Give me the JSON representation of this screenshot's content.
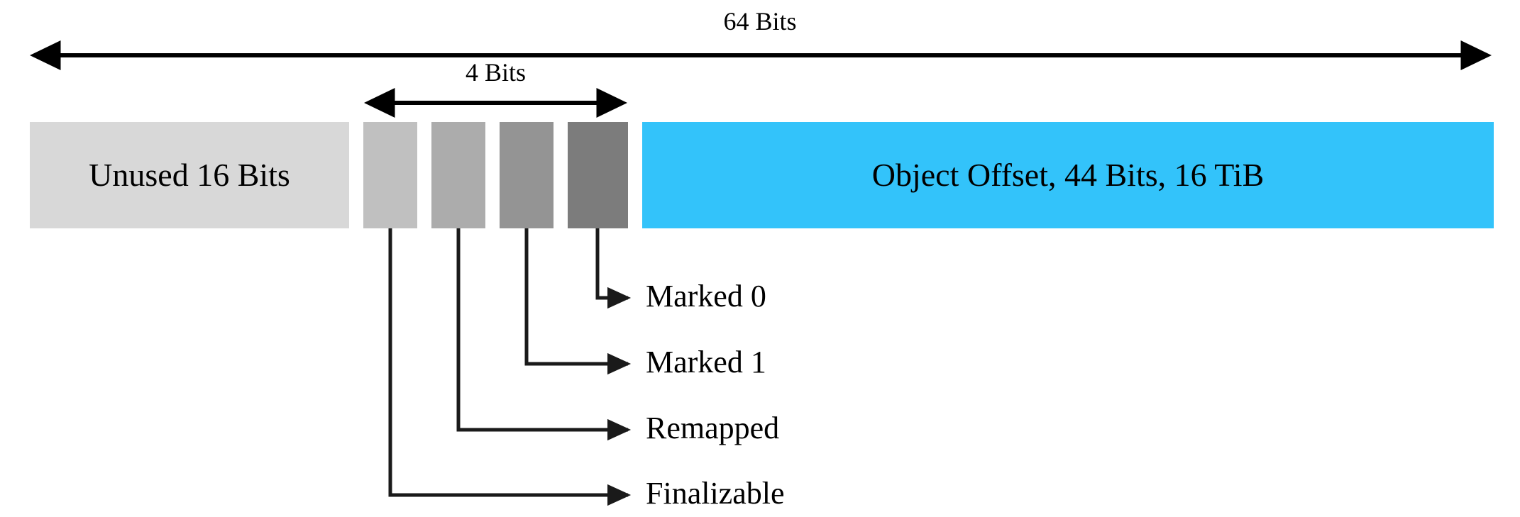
{
  "diagram": {
    "title_dimension": "64 Bits",
    "sub_dimension": "4 Bits",
    "colors": {
      "unused_fill": "#D8D8D8",
      "bar_1_fill": "#C0C0C0",
      "bar_2_fill": "#ACACAC",
      "bar_3_fill": "#949494",
      "bar_4_fill": "#7C7C7C",
      "offset_fill": "#33C3FA",
      "line_stroke": "#000000",
      "text_color": "#000000",
      "background": "#FFFFFF"
    },
    "fields": {
      "unused": {
        "label": "Unused 16 Bits",
        "bits": 16
      },
      "metadata_bars": [
        {
          "label": "Finalizable",
          "bits": 1
        },
        {
          "label": "Remapped",
          "bits": 1
        },
        {
          "label": "Marked 1",
          "bits": 1
        },
        {
          "label": "Marked 0",
          "bits": 1
        }
      ],
      "offset": {
        "label": "Object Offset, 44 Bits, 16 TiB",
        "bits": 44,
        "capacity": "16 TiB"
      }
    },
    "callouts": [
      {
        "label": "Marked 0"
      },
      {
        "label": "Marked 1"
      },
      {
        "label": "Remapped"
      },
      {
        "label": "Finalizable"
      }
    ]
  }
}
